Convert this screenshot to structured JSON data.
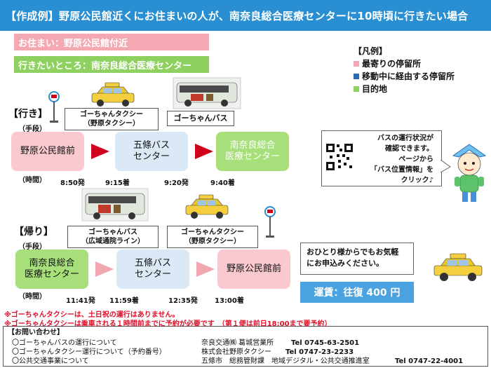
{
  "header": {
    "title": "【作成例】野原公民館近くにお住まいの人が、南奈良総合医療センターに10時頃に行きたい場合"
  },
  "tags": {
    "home": "お住まい：野原公民館付近",
    "destination": "行きたいところ：南奈良総合医療センター"
  },
  "legend": {
    "title": "【凡例】",
    "items": [
      {
        "label": "最寄りの停留所",
        "color": "#f4a9b2"
      },
      {
        "label": "移動中に経由する停留所",
        "color": "#2a6fb5"
      },
      {
        "label": "目的地",
        "color": "#8fd160"
      }
    ]
  },
  "outbound": {
    "label": "【行き】",
    "means_label": "（手段）",
    "time_label": "（時間）",
    "taxi_tag": [
      "ゴーちゃんタクシー",
      "（野原タクシー）"
    ],
    "bus_tag": "ゴーちゃんバス",
    "stops": [
      {
        "name": "野原公民館前"
      },
      {
        "name": "五條バス\nセンター"
      },
      {
        "name": "南奈良総合\n医療センター"
      }
    ],
    "times": [
      "8:50発",
      "9:15着",
      "9:20発",
      "9:40着"
    ]
  },
  "bubble": {
    "lines": [
      "バスの運行状況が",
      "確認できます。",
      "ページから",
      "「バス位置情報」を",
      "クリック♪"
    ]
  },
  "inbound": {
    "label": "【帰り】",
    "means_label": "（手段）",
    "time_label": "（時間）",
    "bus_tag": [
      "ゴーちゃんバス",
      "（広域通院ライン）"
    ],
    "taxi_tag": [
      "ゴーちゃんタクシー",
      "（野原タクシー）"
    ],
    "stops": [
      {
        "name": "南奈良総合\n医療センター"
      },
      {
        "name": "五條バス\nセンター"
      },
      {
        "name": "野原公民館前"
      }
    ],
    "times": [
      "11:41発",
      "11:59着",
      "12:35発",
      "13:00着"
    ]
  },
  "note": {
    "lines": [
      "おひとり様からでもお気軽",
      "にお申込みください。"
    ]
  },
  "fare": "運賃：往復 400 円",
  "warnings": [
    "※ゴーちゃんタクシーは、土日祝の運行はありません。",
    "※ゴーちゃんタクシーは乗車される１時間前までに予約が必要です　（第１便は前日18:00まで要予約）"
  ],
  "contact": {
    "title": "【お問い合わせ】",
    "rows": [
      {
        "subject": "〇ゴーちゃんバスの運行について",
        "org": "奈良交通㈱ 葛城営業所",
        "tel": "Tel 0745-63-2501"
      },
      {
        "subject": "〇ゴーちゃんタクシー運行について（予約番号）",
        "org": "株式会社野原タクシー",
        "tel": "Tel 0747-23-2233"
      },
      {
        "subject": "〇公共交通事業について",
        "org": "五條市　総務管財課　地域デジタル・公共交通推進室",
        "tel": "Tel 0747-22-4001"
      }
    ]
  },
  "colors": {
    "header": "#2a8fd2",
    "arrow": "#d0021b",
    "fare": "#4aa3e0"
  }
}
